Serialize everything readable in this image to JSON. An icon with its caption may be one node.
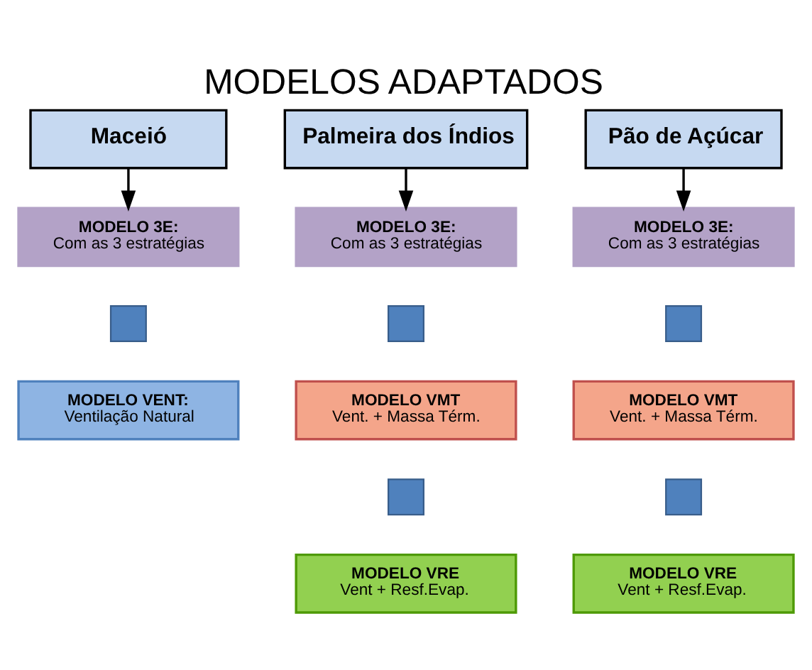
{
  "diagram": {
    "title": "MODELOS ADAPTADOS",
    "nodes": [
      {
        "text": [
          "Maceió"
        ]
      },
      {
        "text": [
          "Palmeira dos Índios"
        ]
      },
      {
        "text": [
          "Pão de Açúcar"
        ]
      },
      {
        "text": [
          "MODELO 3E:",
          "Com as 3 estratégias"
        ]
      },
      {
        "text": [
          "MODELO 3E:",
          "Com as 3 estratégias"
        ]
      },
      {
        "text": [
          "MODELO 3E:",
          "Com as 3 estratégias"
        ]
      },
      {
        "text": [],
        "shape": "plus"
      },
      {
        "text": [],
        "shape": "plus"
      },
      {
        "text": [],
        "shape": "plus"
      },
      {
        "text": [
          "MODELO VENT:",
          "Ventilação Natural"
        ]
      },
      {
        "text": [
          "MODELO VMT",
          "Vent. + Massa Térm."
        ]
      },
      {
        "text": [
          "MODELO VMT",
          "Vent. + Massa Térm."
        ]
      },
      {
        "text": [],
        "shape": "plus"
      },
      {
        "text": [],
        "shape": "plus"
      },
      {
        "text": [
          "MODELO VRE",
          "Vent + Resf.Evap."
        ]
      },
      {
        "text": [
          "MODELO VRE",
          "Vent + Resf.Evap."
        ]
      }
    ],
    "edges": [
      {
        "from": 0,
        "to": 3,
        "arrow": "to"
      },
      {
        "from": 1,
        "to": 4,
        "arrow": "to"
      },
      {
        "from": 2,
        "to": 5,
        "arrow": "to"
      }
    ]
  }
}
